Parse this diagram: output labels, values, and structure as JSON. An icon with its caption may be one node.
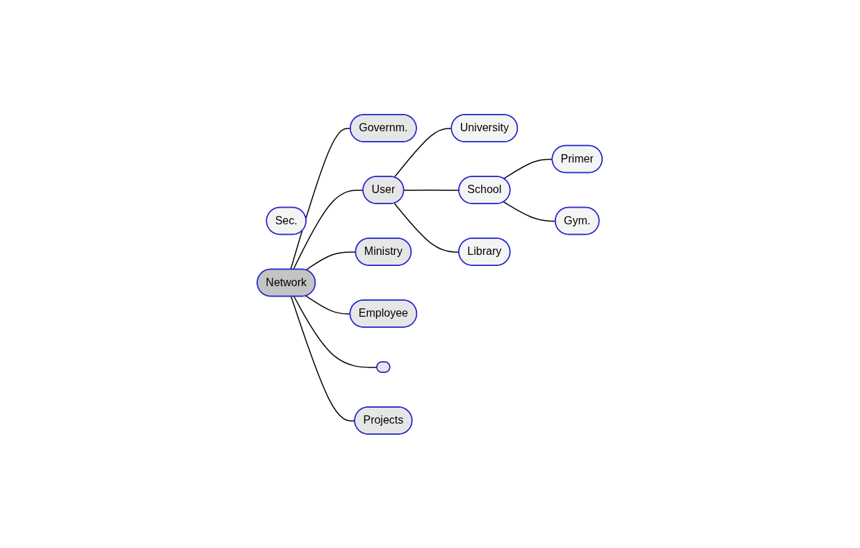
{
  "diagram": {
    "nodes": [
      {
        "text": [
          "Primer"
        ]
      },
      {
        "text": [
          "Sec."
        ]
      },
      {
        "text": [
          "University"
        ]
      },
      {
        "text": [
          "School"
        ]
      },
      {
        "text": [
          "Gym."
        ]
      },
      {
        "text": [
          "Governm."
        ]
      },
      {
        "text": [
          "User"
        ]
      },
      {
        "text": [
          "Library"
        ]
      },
      {
        "text": [
          "Network"
        ]
      },
      {
        "text": [
          "Ministry"
        ]
      },
      {
        "text": [
          "Employee"
        ]
      },
      {
        "text": [],
        "shape": "ellipse"
      },
      {
        "text": [
          "Projects"
        ]
      }
    ],
    "edges": [
      {
        "from": 8,
        "to": 5,
        "arrow": "none"
      },
      {
        "from": 8,
        "to": 6,
        "arrow": "none"
      },
      {
        "from": 8,
        "to": 9,
        "arrow": "none"
      },
      {
        "from": 8,
        "to": 10,
        "arrow": "none"
      },
      {
        "from": 8,
        "to": 11,
        "arrow": "none"
      },
      {
        "from": 8,
        "to": 12,
        "arrow": "none"
      },
      {
        "from": 6,
        "to": 2,
        "arrow": "none"
      },
      {
        "from": 6,
        "to": 3,
        "arrow": "none"
      },
      {
        "from": 6,
        "to": 7,
        "arrow": "none"
      },
      {
        "from": 3,
        "to": 0,
        "arrow": "none"
      },
      {
        "from": 3,
        "to": 4,
        "arrow": "none"
      }
    ]
  }
}
